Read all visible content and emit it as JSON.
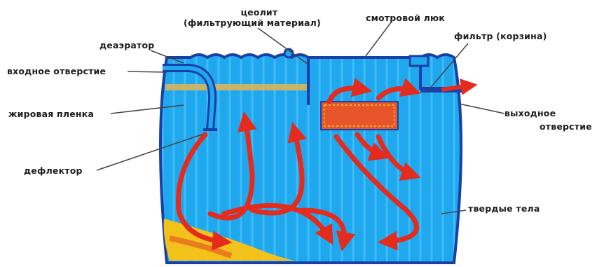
{
  "labels": {
    "zeolite_line1": "цеолит",
    "zeolite_line2": "(фильтрующий материал)",
    "hatch": "смотровой люк",
    "deaerator": "деаэратор",
    "filter": "фильтр (корзина)",
    "inlet": "входное отверстие",
    "fat_film": "жировая пленка",
    "outlet_line1": "выходное",
    "outlet_line2": "отверстие",
    "deflector": "дефлектор",
    "solids": "твердые тела"
  },
  "colors": {
    "tank_fill": "#1fa8ee",
    "tank_outline": "#1a3fa8",
    "flow_arrow": "#e52a1e",
    "filter_basket": "#e8552a",
    "sludge": "#f2c21a",
    "fat_film": "#d9b25a"
  }
}
